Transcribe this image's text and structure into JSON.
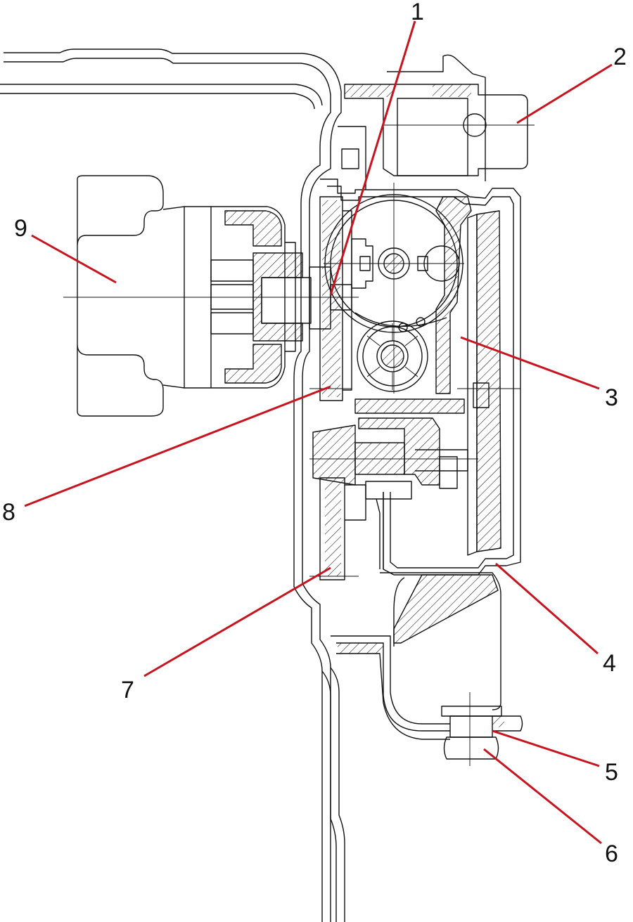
{
  "callouts": [
    {
      "id": "1",
      "label": "1"
    },
    {
      "id": "2",
      "label": "2"
    },
    {
      "id": "3",
      "label": "3"
    },
    {
      "id": "4",
      "label": "4"
    },
    {
      "id": "5",
      "label": "5"
    },
    {
      "id": "6",
      "label": "6"
    },
    {
      "id": "7",
      "label": "7"
    },
    {
      "id": "8",
      "label": "8"
    },
    {
      "id": "9",
      "label": "9"
    }
  ],
  "colors": {
    "line": "#111111",
    "leader": "#c8141e",
    "background": "#ffffff"
  }
}
